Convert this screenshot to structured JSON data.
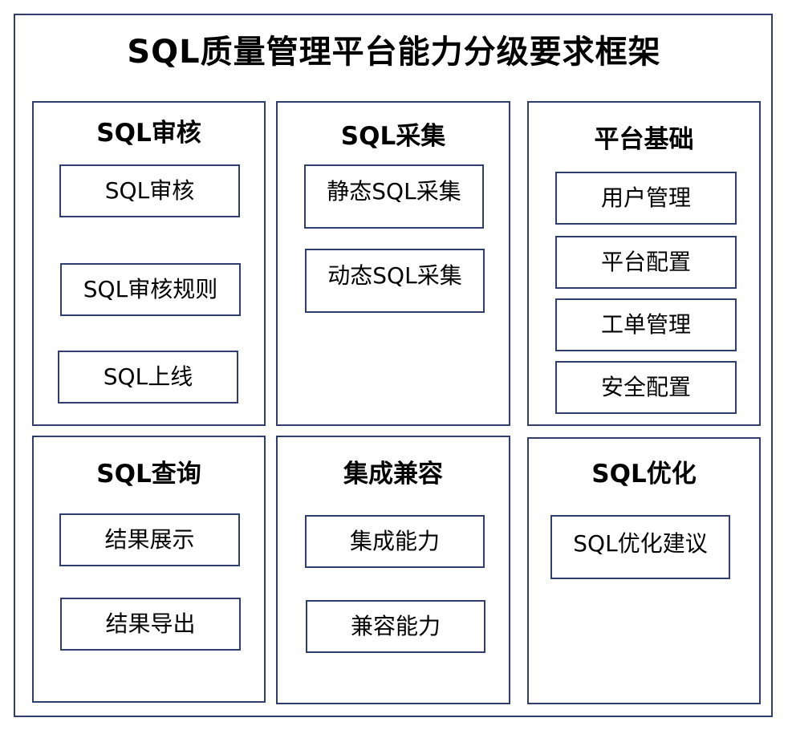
{
  "title": "SQL质量管理平台能力分级要求框架",
  "panels": [
    {
      "title": "SQL审核",
      "items": [
        "SQL审核",
        "SQL审核规则",
        "SQL上线"
      ]
    },
    {
      "title": "SQL采集",
      "items": [
        "静态SQL采集",
        "动态SQL采集"
      ]
    },
    {
      "title": "平台基础",
      "items": [
        "用户管理",
        "平台配置",
        "工单管理",
        "安全配置"
      ]
    },
    {
      "title": "SQL查询",
      "items": [
        "结果展示",
        "结果导出"
      ]
    },
    {
      "title": "集成兼容",
      "items": [
        "集成能力",
        "兼容能力"
      ]
    },
    {
      "title": "SQL优化",
      "items": [
        "SQL优化建议"
      ]
    }
  ],
  "colors": {
    "border": "#2f3e6e",
    "background": "#ffffff",
    "text": "#000000"
  }
}
